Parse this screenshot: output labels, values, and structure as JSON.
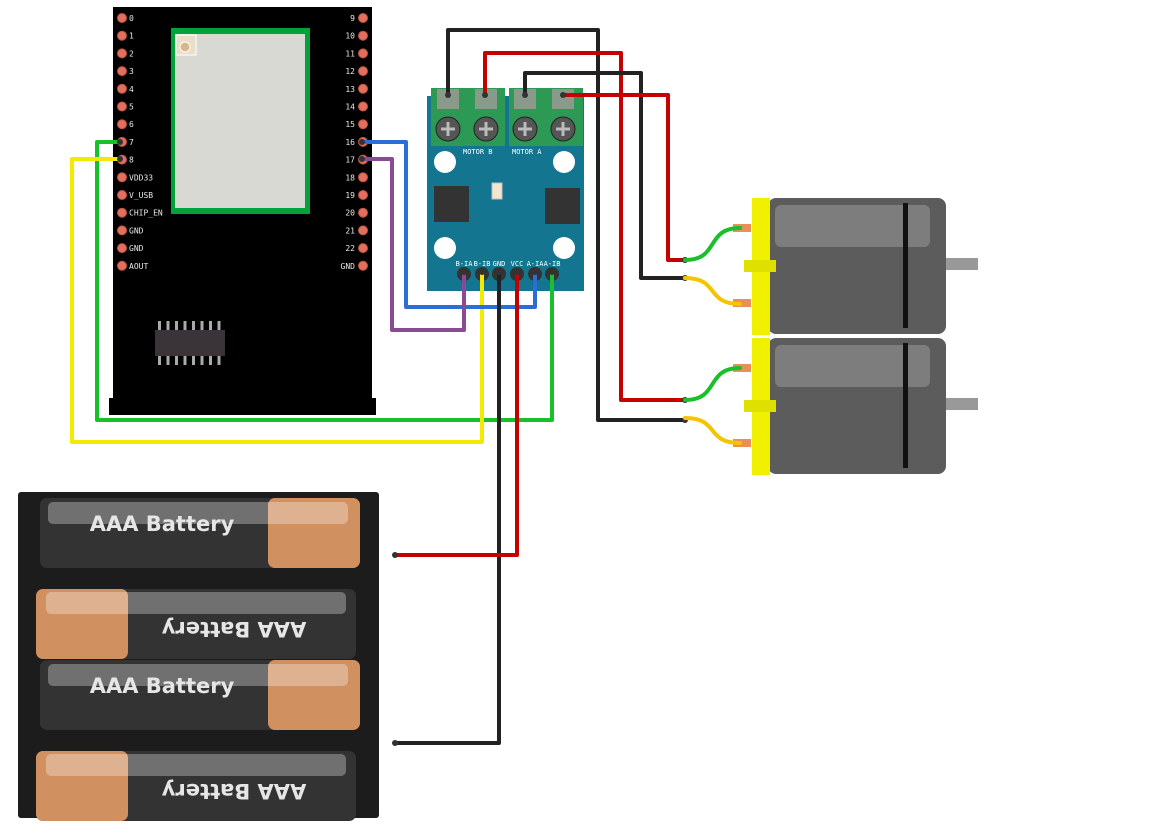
{
  "mcu": {
    "left_pins": [
      "0",
      "1",
      "2",
      "3",
      "4",
      "5",
      "6",
      "7",
      "8",
      "VDD33",
      "V_USB",
      "CHIP_EN",
      "GND",
      "GND",
      "AOUT"
    ],
    "right_pins": [
      "9",
      "10",
      "11",
      "12",
      "13",
      "14",
      "15",
      "16",
      "17",
      "18",
      "19",
      "20",
      "21",
      "22",
      "GND"
    ]
  },
  "driver": {
    "motor_b_label": "MOTOR B",
    "motor_a_label": "MOTOR A",
    "header_pins": [
      "B-IA",
      "B-IB",
      "GND",
      "VCC",
      "A-IA",
      "A-IB"
    ]
  },
  "battery": {
    "cells": [
      "AAA Battery",
      "AAA Battery",
      "AAA Battery",
      "AAA Battery"
    ]
  },
  "colors": {
    "green_wire": "#18c02a",
    "yellow_wire": "#f2ea00",
    "blue_wire": "#2b6fd6",
    "purple_wire": "#8a4a96",
    "red_wire": "#c40000",
    "black_wire": "#222222",
    "driver_board": "#13758f",
    "motor_cap": "#f0f000"
  }
}
